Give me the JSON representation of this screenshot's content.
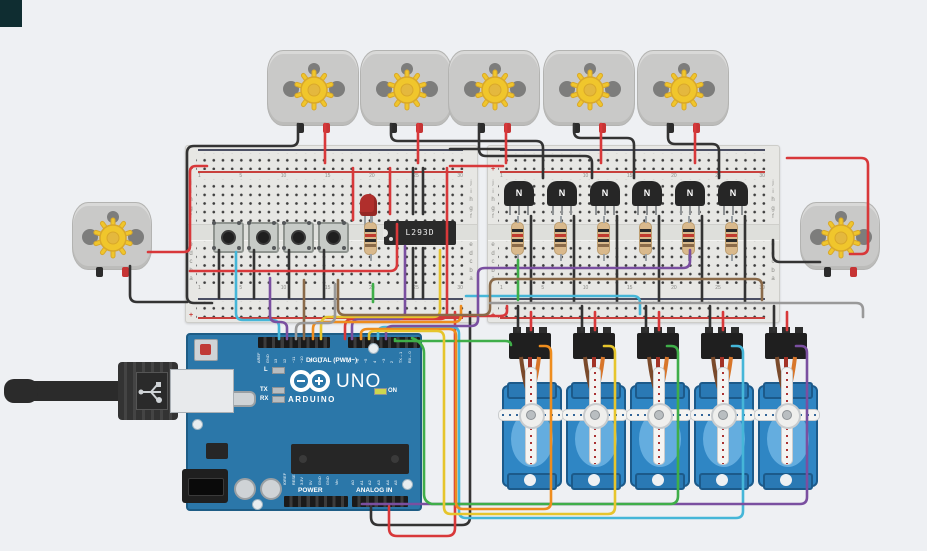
{
  "breadboard": {
    "column_numbers": [
      "1",
      "5",
      "10",
      "15",
      "20",
      "25",
      "30"
    ],
    "upper_letters": [
      "j",
      "i",
      "h",
      "g",
      "f"
    ],
    "lower_letters": [
      "e",
      "d",
      "c",
      "b",
      "a"
    ],
    "plus": "+",
    "minus": "-"
  },
  "ic": {
    "label": "L293D"
  },
  "transistor": {
    "label": "N"
  },
  "arduino": {
    "brand": "ARDUINO",
    "model": "UNO",
    "digital_label": "DIGITAL (PWM~)",
    "power_label": "POWER",
    "analog_label": "ANALOG IN",
    "digital_pins_left": [
      "AREF",
      "GND",
      "13",
      "12",
      "~11",
      "~10",
      "~9",
      "8"
    ],
    "digital_pins_right": [
      "7",
      "~6",
      "~5",
      "4",
      "~3",
      "2",
      "TX→1",
      "RX←0"
    ],
    "power_pins": [
      "IOREF",
      "RESET",
      "3.3V",
      "5V",
      "GND",
      "GND",
      "Vin"
    ],
    "analog_pins": [
      "A0",
      "A1",
      "A2",
      "A3",
      "A4",
      "A5"
    ],
    "led_l": "L",
    "led_tx": "TX",
    "led_rx": "RX",
    "led_on": "ON"
  },
  "wire_colors": {
    "black": "#333333",
    "red": "#d8383a",
    "cyan": "#45b6d8",
    "purple": "#7a4fa0",
    "green": "#3fae49",
    "orange": "#ee8d1e",
    "yellow": "#e6c52c",
    "brown": "#8a6a49",
    "gray": "#999999"
  }
}
